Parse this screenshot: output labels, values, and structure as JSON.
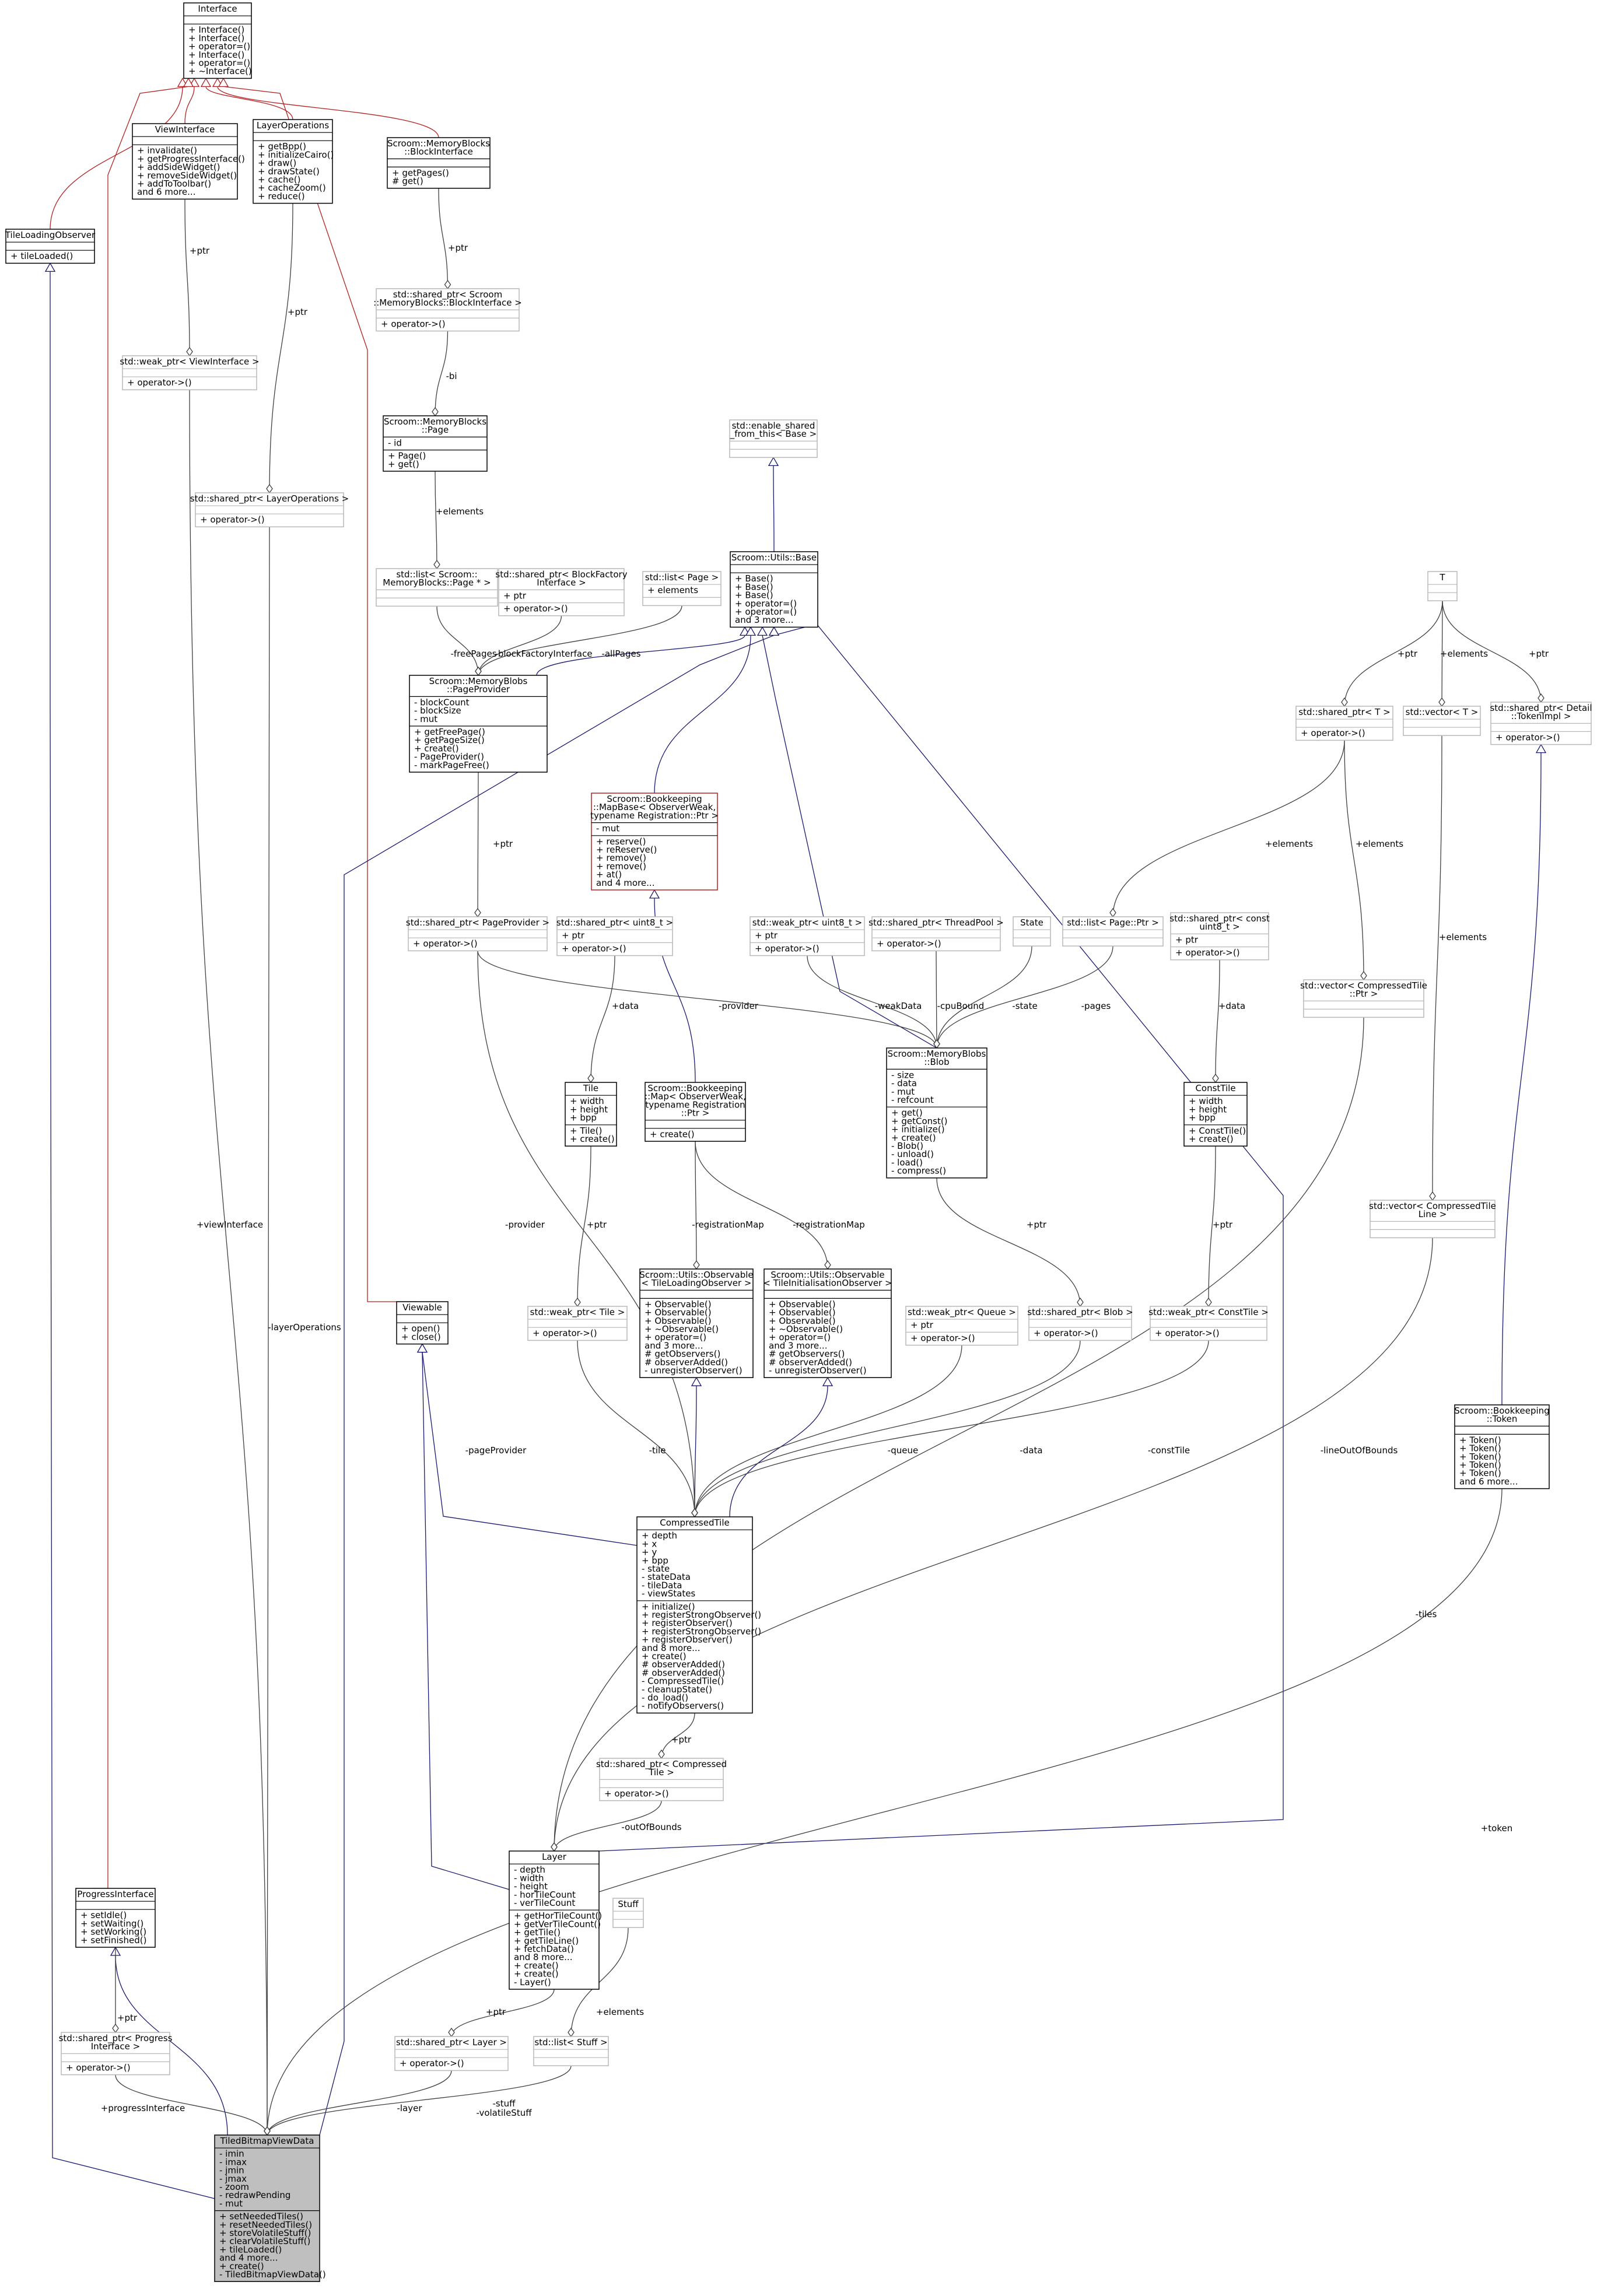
{
  "colors": {
    "inherit_red": "#b22222",
    "inherit_blue": "#191970",
    "member": "#404040",
    "solid_border": "#000000",
    "grey_border": "#b8b8b8",
    "highlight_fill": "#bfbfbf"
  },
  "classes": [
    {
      "id": "interface",
      "name": [
        "Interface"
      ],
      "attrs": [],
      "methods": [
        "+ Interface()",
        "+ Interface()",
        "+ operator=()",
        "+ Interface()",
        "+ operator=()",
        "+ ~Interface()"
      ]
    },
    {
      "id": "viewinterface",
      "name": [
        "ViewInterface"
      ],
      "attrs": [],
      "methods": [
        "+ invalidate()",
        "+ getProgressInterface()",
        "+ addSideWidget()",
        "+ removeSideWidget()",
        "+ addToToolbar()",
        "and 6 more..."
      ]
    },
    {
      "id": "layerops",
      "name": [
        "LayerOperations"
      ],
      "attrs": [],
      "methods": [
        "+ getBpp()",
        "+ initializeCairo()",
        "+ draw()",
        "+ drawState()",
        "+ cache()",
        "+ cacheZoom()",
        "+ reduce()"
      ]
    },
    {
      "id": "blockinterface",
      "name": [
        "Scroom::MemoryBlocks",
        "::BlockInterface"
      ],
      "attrs": [],
      "methods": [
        "+ getPages()",
        "# get()"
      ]
    },
    {
      "id": "tileloadingobs",
      "name": [
        "TileLoadingObserver"
      ],
      "attrs": [],
      "methods": [
        "+ tileLoaded()"
      ]
    },
    {
      "id": "sp_blockinterface",
      "name": [
        "std::shared_ptr< Scroom",
        "::MemoryBlocks::BlockInterface >"
      ],
      "attrs": [],
      "methods": [
        "+ operator->()"
      ]
    },
    {
      "id": "wp_viewinterface",
      "name": [
        "std::weak_ptr< ViewInterface >"
      ],
      "attrs": [],
      "methods": [
        "+ operator->()"
      ]
    },
    {
      "id": "page",
      "name": [
        "Scroom::MemoryBlocks",
        "::Page"
      ],
      "attrs": [
        "- id"
      ],
      "methods": [
        "+ Page()",
        "+ get()"
      ]
    },
    {
      "id": "enable_shared",
      "name": [
        "std::enable_shared",
        "_from_this< Base >"
      ],
      "attrs": [],
      "methods": []
    },
    {
      "id": "sp_layerops",
      "name": [
        "std::shared_ptr< LayerOperations >"
      ],
      "attrs": [],
      "methods": [
        "+ operator->()"
      ]
    },
    {
      "id": "list_pageptr",
      "name": [
        "std::list< Scroom::",
        "MemoryBlocks::Page * >"
      ],
      "attrs": [],
      "methods": []
    },
    {
      "id": "sp_blockfactory",
      "name": [
        "std::shared_ptr< BlockFactory",
        "Interface >"
      ],
      "attrs": [
        "+ ptr"
      ],
      "methods": [
        "+ operator->()"
      ]
    },
    {
      "id": "list_page",
      "name": [
        "std::list< Page >"
      ],
      "attrs": [
        "+ elements"
      ],
      "methods": []
    },
    {
      "id": "base",
      "name": [
        "Scroom::Utils::Base"
      ],
      "attrs": [],
      "methods": [
        "+ Base()",
        "+ Base()",
        "+ Base()",
        "+ operator=()",
        "+ operator=()",
        "and 3 more..."
      ]
    },
    {
      "id": "T",
      "name": [
        "T"
      ],
      "attrs": [],
      "methods": []
    },
    {
      "id": "pageprovider",
      "name": [
        "Scroom::MemoryBlobs",
        "::PageProvider"
      ],
      "attrs": [
        "- blockCount",
        "- blockSize",
        "- mut"
      ],
      "methods": [
        "+ getFreePage()",
        "+ getPageSize()",
        "+ create()",
        "- PageProvider()",
        "- markPageFree()"
      ]
    },
    {
      "id": "sp_T",
      "name": [
        "std::shared_ptr< T >"
      ],
      "attrs": [],
      "methods": [
        "+ operator->()"
      ]
    },
    {
      "id": "vec_T",
      "name": [
        "std::vector< T >"
      ],
      "attrs": [],
      "methods": []
    },
    {
      "id": "sp_tokenimpl",
      "name": [
        "std::shared_ptr< Detail",
        "::TokenImpl >"
      ],
      "attrs": [],
      "methods": [
        "+ operator->()"
      ]
    },
    {
      "id": "mapbase",
      "name": [
        "Scroom::Bookkeeping",
        "::MapBase< ObserverWeak,",
        "typename Registration::Ptr >"
      ],
      "attrs": [
        "- mut"
      ],
      "methods": [
        "+ reserve()",
        "+ reReserve()",
        "+ remove()",
        "+ remove()",
        "+ at()",
        "and 4 more..."
      ]
    },
    {
      "id": "sp_pageprovider",
      "name": [
        "std::shared_ptr< PageProvider >"
      ],
      "attrs": [],
      "methods": [
        "+ operator->()"
      ]
    },
    {
      "id": "sp_uint8",
      "name": [
        "std::shared_ptr< uint8_t >"
      ],
      "attrs": [
        "+ ptr"
      ],
      "methods": [
        "+ operator->()"
      ]
    },
    {
      "id": "wp_uint8",
      "name": [
        "std::weak_ptr< uint8_t >"
      ],
      "attrs": [
        "+ ptr"
      ],
      "methods": [
        "+ operator->()"
      ]
    },
    {
      "id": "sp_threadpool",
      "name": [
        "std::shared_ptr< ThreadPool >"
      ],
      "attrs": [],
      "methods": [
        "+ operator->()"
      ]
    },
    {
      "id": "state",
      "name": [
        "State"
      ],
      "attrs": [],
      "methods": []
    },
    {
      "id": "list_pageptr2",
      "name": [
        "std::list< Page::Ptr >"
      ],
      "attrs": [],
      "methods": []
    },
    {
      "id": "sp_constuint8",
      "name": [
        "std::shared_ptr< const",
        "uint8_t >"
      ],
      "attrs": [
        "+ ptr"
      ],
      "methods": [
        "+ operator->()"
      ]
    },
    {
      "id": "vec_ctptr",
      "name": [
        "std::vector< CompressedTile",
        "::Ptr >"
      ],
      "attrs": [],
      "methods": []
    },
    {
      "id": "tile",
      "name": [
        "Tile"
      ],
      "attrs": [
        "+ width",
        "+ height",
        "+ bpp"
      ],
      "methods": [
        "+ Tile()",
        "+ create()"
      ]
    },
    {
      "id": "map",
      "name": [
        "Scroom::Bookkeeping",
        "::Map< ObserverWeak,",
        "typename Registration",
        "::Ptr >"
      ],
      "attrs": [],
      "methods": [
        "+ create()"
      ]
    },
    {
      "id": "blob",
      "name": [
        "Scroom::MemoryBlobs",
        "::Blob"
      ],
      "attrs": [
        "- size",
        "- data",
        "- mut",
        "- refcount"
      ],
      "methods": [
        "+ get()",
        "+ getConst()",
        "+ initialize()",
        "+ create()",
        "- Blob()",
        "- unload()",
        "- load()",
        "- compress()"
      ]
    },
    {
      "id": "consttile",
      "name": [
        "ConstTile"
      ],
      "attrs": [
        "+ width",
        "+ height",
        "+ bpp"
      ],
      "methods": [
        "+ ConstTile()",
        "+ create()"
      ]
    },
    {
      "id": "vec_ctline",
      "name": [
        "std::vector< CompressedTile",
        "Line >"
      ],
      "attrs": [],
      "methods": []
    },
    {
      "id": "obs_tileloading",
      "name": [
        "Scroom::Utils::Observable",
        "< TileLoadingObserver >"
      ],
      "attrs": [],
      "methods": [
        "+ Observable()",
        "+ Observable()",
        "+ Observable()",
        "+ ~Observable()",
        "+ operator=()",
        "and 3 more...",
        "# getObservers()",
        "# observerAdded()",
        "- unregisterObserver()"
      ]
    },
    {
      "id": "obs_tileinit",
      "name": [
        "Scroom::Utils::Observable",
        "< TileInitialisationObserver >"
      ],
      "attrs": [],
      "methods": [
        "+ Observable()",
        "+ Observable()",
        "+ Observable()",
        "+ ~Observable()",
        "+ operator=()",
        "and 3 more...",
        "# getObservers()",
        "# observerAdded()",
        "- unregisterObserver()"
      ]
    },
    {
      "id": "viewable",
      "name": [
        "Viewable"
      ],
      "attrs": [],
      "methods": [
        "+ open()",
        "+ close()"
      ]
    },
    {
      "id": "wp_tile",
      "name": [
        "std::weak_ptr< Tile >"
      ],
      "attrs": [],
      "methods": [
        "+ operator->()"
      ]
    },
    {
      "id": "wp_queue",
      "name": [
        "std::weak_ptr< Queue >"
      ],
      "attrs": [
        "+ ptr"
      ],
      "methods": [
        "+ operator->()"
      ]
    },
    {
      "id": "sp_blob",
      "name": [
        "std::shared_ptr< Blob >"
      ],
      "attrs": [],
      "methods": [
        "+ operator->()"
      ]
    },
    {
      "id": "wp_consttile",
      "name": [
        "std::weak_ptr< ConstTile >"
      ],
      "attrs": [],
      "methods": [
        "+ operator->()"
      ]
    },
    {
      "id": "token",
      "name": [
        "Scroom::Bookkeeping",
        "::Token"
      ],
      "attrs": [],
      "methods": [
        "+ Token()",
        "+ Token()",
        "+ Token()",
        "+ Token()",
        "+ Token()",
        "and 6 more..."
      ]
    },
    {
      "id": "compressedtile",
      "name": [
        "CompressedTile"
      ],
      "attrs": [
        "+ depth",
        "+ x",
        "+ y",
        "+ bpp",
        "- state",
        "- stateData",
        "- tileData",
        "- viewStates"
      ],
      "methods": [
        "+ initialize()",
        "+ registerStrongObserver()",
        "+ registerObserver()",
        "+ registerStrongObserver()",
        "+ registerObserver()",
        "and 8 more...",
        "+ create()",
        "# observerAdded()",
        "# observerAdded()",
        "- CompressedTile()",
        "- cleanupState()",
        "- do_load()",
        "- notifyObservers()"
      ]
    },
    {
      "id": "sp_compressedtile",
      "name": [
        "std::shared_ptr< Compressed",
        "Tile >"
      ],
      "attrs": [],
      "methods": [
        "+ operator->()"
      ]
    },
    {
      "id": "layer",
      "name": [
        "Layer"
      ],
      "attrs": [
        "- depth",
        "- width",
        "- height",
        "- horTileCount",
        "- verTileCount"
      ],
      "methods": [
        "+ getHorTileCount()",
        "+ getVerTileCount()",
        "+ getTile()",
        "+ getTileLine()",
        "+ fetchData()",
        "and 8 more...",
        "+ create()",
        "+ create()",
        "- Layer()"
      ]
    },
    {
      "id": "progressinterface",
      "name": [
        "ProgressInterface"
      ],
      "attrs": [],
      "methods": [
        "+ setIdle()",
        "+ setWaiting()",
        "+ setWorking()",
        "+ setFinished()"
      ]
    },
    {
      "id": "stuff",
      "name": [
        "Stuff"
      ],
      "attrs": [],
      "methods": []
    },
    {
      "id": "sp_progress",
      "name": [
        "std::shared_ptr< Progress",
        "Interface >"
      ],
      "attrs": [],
      "methods": [
        "+ operator->()"
      ]
    },
    {
      "id": "sp_layer",
      "name": [
        "std::shared_ptr< Layer >"
      ],
      "attrs": [],
      "methods": [
        "+ operator->()"
      ]
    },
    {
      "id": "list_stuff",
      "name": [
        "std::list< Stuff >"
      ],
      "attrs": [],
      "methods": []
    },
    {
      "id": "tiledbitmap",
      "name": [
        "TiledBitmapViewData"
      ],
      "attrs": [
        "- imin",
        "- imax",
        "- jmin",
        "- jmax",
        "- zoom",
        "- redrawPending",
        "- mut"
      ],
      "methods": [
        "+ setNeededTiles()",
        "+ resetNeededTiles()",
        "+ storeVolatileStuff()",
        "+ clearVolatileStuff()",
        "+ tileLoaded()",
        "and 4 more...",
        "+ create()",
        "- TiledBitmapViewData()"
      ]
    }
  ],
  "edge_labels": [
    {
      "id": "l_ptr_bi",
      "lines": [
        "+ptr"
      ]
    },
    {
      "id": "l_ptr_vi",
      "lines": [
        "+ptr"
      ]
    },
    {
      "id": "l_ptr_lo",
      "lines": [
        "+ptr"
      ]
    },
    {
      "id": "l_bi",
      "lines": [
        "-bi"
      ]
    },
    {
      "id": "l_elements_page",
      "lines": [
        "+elements"
      ]
    },
    {
      "id": "l_freepages",
      "lines": [
        "-freePages"
      ]
    },
    {
      "id": "l_bfi",
      "lines": [
        "-blockFactoryInterface"
      ]
    },
    {
      "id": "l_allpages",
      "lines": [
        "-allPages"
      ]
    },
    {
      "id": "l_ptr_T",
      "lines": [
        "+ptr"
      ]
    },
    {
      "id": "l_el_T",
      "lines": [
        "+elements"
      ]
    },
    {
      "id": "l_ptr_tok",
      "lines": [
        "+ptr"
      ]
    },
    {
      "id": "l_el_listpage",
      "lines": [
        "+elements"
      ]
    },
    {
      "id": "l_el_vecct",
      "lines": [
        "+elements"
      ]
    },
    {
      "id": "l_el_vecline",
      "lines": [
        "+elements"
      ]
    },
    {
      "id": "l_ptr_pp",
      "lines": [
        "+ptr"
      ]
    },
    {
      "id": "l_data_tile",
      "lines": [
        "+data"
      ]
    },
    {
      "id": "l_provider",
      "lines": [
        "-provider"
      ]
    },
    {
      "id": "l_weakdata",
      "lines": [
        "-weakData"
      ]
    },
    {
      "id": "l_cpubound",
      "lines": [
        "-cpuBound"
      ]
    },
    {
      "id": "l_state",
      "lines": [
        "-state"
      ]
    },
    {
      "id": "l_pages",
      "lines": [
        "-pages"
      ]
    },
    {
      "id": "l_data_ct",
      "lines": [
        "+data"
      ]
    },
    {
      "id": "l_viewinterface",
      "lines": [
        "+viewInterface"
      ]
    },
    {
      "id": "l_layerops",
      "lines": [
        "-layerOperations"
      ]
    },
    {
      "id": "l_provider2",
      "lines": [
        "-provider"
      ]
    },
    {
      "id": "l_regmap1",
      "lines": [
        "-registrationMap"
      ]
    },
    {
      "id": "l_regmap2",
      "lines": [
        "-registrationMap"
      ]
    },
    {
      "id": "l_ptr_tile",
      "lines": [
        "+ptr"
      ]
    },
    {
      "id": "l_ptr_blob",
      "lines": [
        "+ptr"
      ]
    },
    {
      "id": "l_ptr_ct",
      "lines": [
        "+ptr"
      ]
    },
    {
      "id": "l_pageprovider",
      "lines": [
        "-pageProvider"
      ]
    },
    {
      "id": "l_tile",
      "lines": [
        "-tile"
      ]
    },
    {
      "id": "l_queue",
      "lines": [
        "-queue"
      ]
    },
    {
      "id": "l_data",
      "lines": [
        "-data"
      ]
    },
    {
      "id": "l_consttile",
      "lines": [
        "-constTile"
      ]
    },
    {
      "id": "l_lineoob",
      "lines": [
        "-lineOutOfBounds"
      ]
    },
    {
      "id": "l_tiles",
      "lines": [
        "-tiles"
      ]
    },
    {
      "id": "l_ptr_cmp",
      "lines": [
        "+ptr"
      ]
    },
    {
      "id": "l_oob",
      "lines": [
        "-outOfBounds"
      ]
    },
    {
      "id": "l_token",
      "lines": [
        "+token"
      ]
    },
    {
      "id": "l_el_stuff",
      "lines": [
        "+elements"
      ]
    },
    {
      "id": "l_ptr_prog",
      "lines": [
        "+ptr"
      ]
    },
    {
      "id": "l_ptr_layer",
      "lines": [
        "+ptr"
      ]
    },
    {
      "id": "l_progress",
      "lines": [
        "+progressInterface"
      ]
    },
    {
      "id": "l_layer",
      "lines": [
        "-layer"
      ]
    },
    {
      "id": "l_stuff",
      "lines": [
        "-stuff",
        "-volatileStuff"
      ]
    }
  ]
}
